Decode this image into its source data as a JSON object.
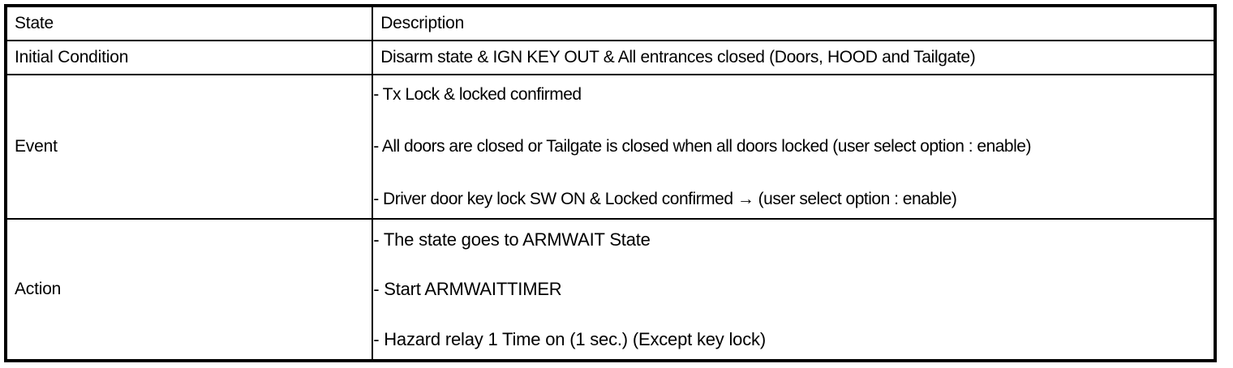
{
  "table": {
    "columns": [
      {
        "key": "state",
        "header": "State"
      },
      {
        "key": "description",
        "header": "Description"
      }
    ],
    "rows": [
      {
        "state": "Initial Condition",
        "description_single": "Disarm state & IGN KEY OUT & All entrances closed (Doors, HOOD and Tailgate)"
      },
      {
        "state": "Event",
        "description_lines": [
          "- Tx Lock & locked confirmed",
          "- All doors are closed or Tailgate is closed when all doors locked (user select option : enable)",
          "- Driver door key lock SW ON & Locked confirmed → (user select option : enable)"
        ]
      },
      {
        "state": "Action",
        "description_lines": [
          "- The state goes to ARMWAIT State",
          "- Start ARMWAITTIMER",
          "- Hazard relay 1 Time on (1 sec.) (Except key lock)"
        ]
      }
    ]
  },
  "colors": {
    "border": "#000000",
    "text": "#000000",
    "background": "#ffffff"
  }
}
